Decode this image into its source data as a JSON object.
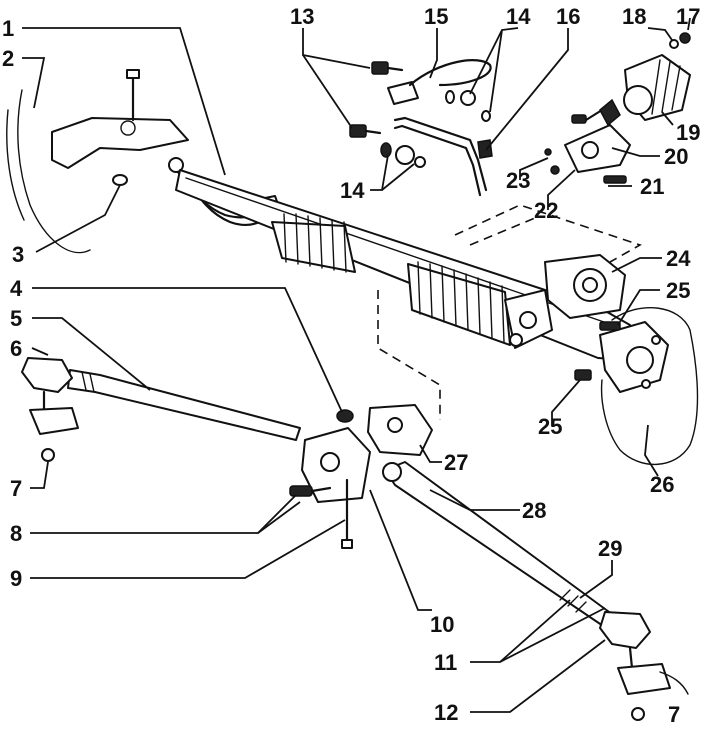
{
  "callouts": [
    "1",
    "2",
    "3",
    "4",
    "5",
    "6",
    "7",
    "8",
    "9",
    "10",
    "11",
    "12",
    "13",
    "14",
    "14",
    "15",
    "16",
    "17",
    "18",
    "19",
    "20",
    "21",
    "22",
    "23",
    "24",
    "25",
    "25",
    "26",
    "27",
    "28",
    "29",
    "7"
  ]
}
